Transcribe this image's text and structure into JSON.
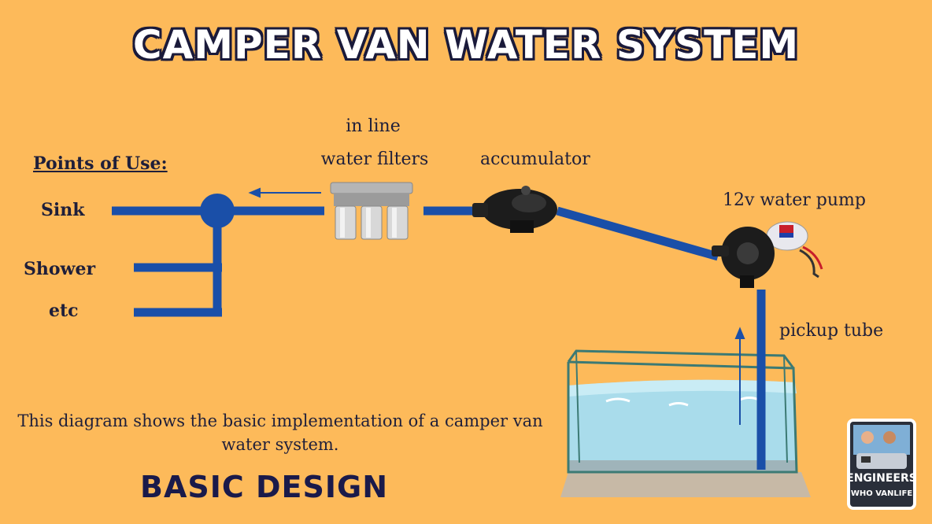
{
  "title": "CAMPER VAN WATER SYSTEM",
  "points_of_use": {
    "heading": "Points of Use:",
    "items": [
      "Sink",
      "Shower",
      "etc"
    ]
  },
  "components": {
    "filters_line1": "in line",
    "filters_line2": "water filters",
    "accumulator": "accumulator",
    "pump": "12v water pump",
    "pickup": "pickup tube"
  },
  "description": "This diagram shows the basic implementation of a camper van water system.",
  "badge": "BASIC DESIGN",
  "logo": {
    "line1": "ENGINEERS",
    "line2": "WHO VANLIFE"
  },
  "colors": {
    "background": "#FDBA5A",
    "pipe": "#1A4FA8",
    "title_fill": "#FFFFFF",
    "text": "#1F1F3A",
    "water": "#A9DCEB"
  }
}
